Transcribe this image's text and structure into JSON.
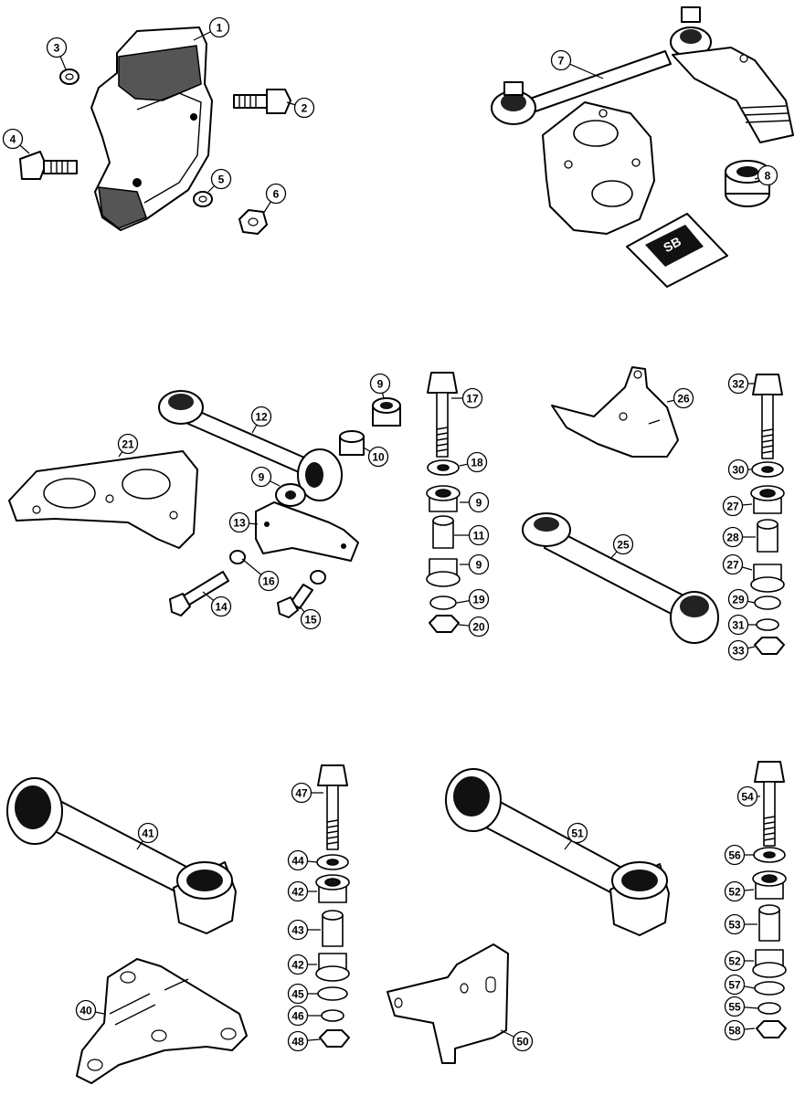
{
  "callouts": {
    "c1": "1",
    "c2": "2",
    "c3": "3",
    "c4": "4",
    "c5": "5",
    "c6": "6",
    "c7": "7",
    "c8": "8",
    "c9a": "9",
    "c9b": "9",
    "c9c": "9",
    "c9d": "9",
    "c10": "10",
    "c11": "11",
    "c12": "12",
    "c13": "13",
    "c14": "14",
    "c15": "15",
    "c16": "16",
    "c17": "17",
    "c18": "18",
    "c19": "19",
    "c20": "20",
    "c21": "21",
    "c25": "25",
    "c26": "26",
    "c27a": "27",
    "c27b": "27",
    "c28": "28",
    "c29": "29",
    "c30": "30",
    "c31": "31",
    "c32": "32",
    "c33": "33",
    "c40": "40",
    "c41": "41",
    "c42a": "42",
    "c42b": "42",
    "c43": "43",
    "c44": "44",
    "c45": "45",
    "c46": "46",
    "c47": "47",
    "c48": "48",
    "c50": "50",
    "c51": "51",
    "c52a": "52",
    "c52b": "52",
    "c53": "53",
    "c54": "54",
    "c55": "55",
    "c56": "56",
    "c57": "57",
    "c58": "58"
  },
  "packet_label": "SB"
}
